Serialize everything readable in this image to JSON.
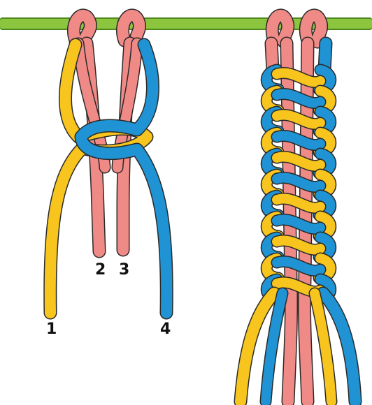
{
  "colors": {
    "dowel": "#8cc63f",
    "dowel_edge": "#4e8a1c",
    "pink": "#f08a86",
    "yellow": "#f7c51e",
    "blue": "#1f93d3",
    "outline": "#2a2a2a",
    "background": "#ffffff"
  },
  "labels": {
    "cord_1": "1",
    "cord_2": "2",
    "cord_3": "3",
    "cord_4": "4"
  }
}
